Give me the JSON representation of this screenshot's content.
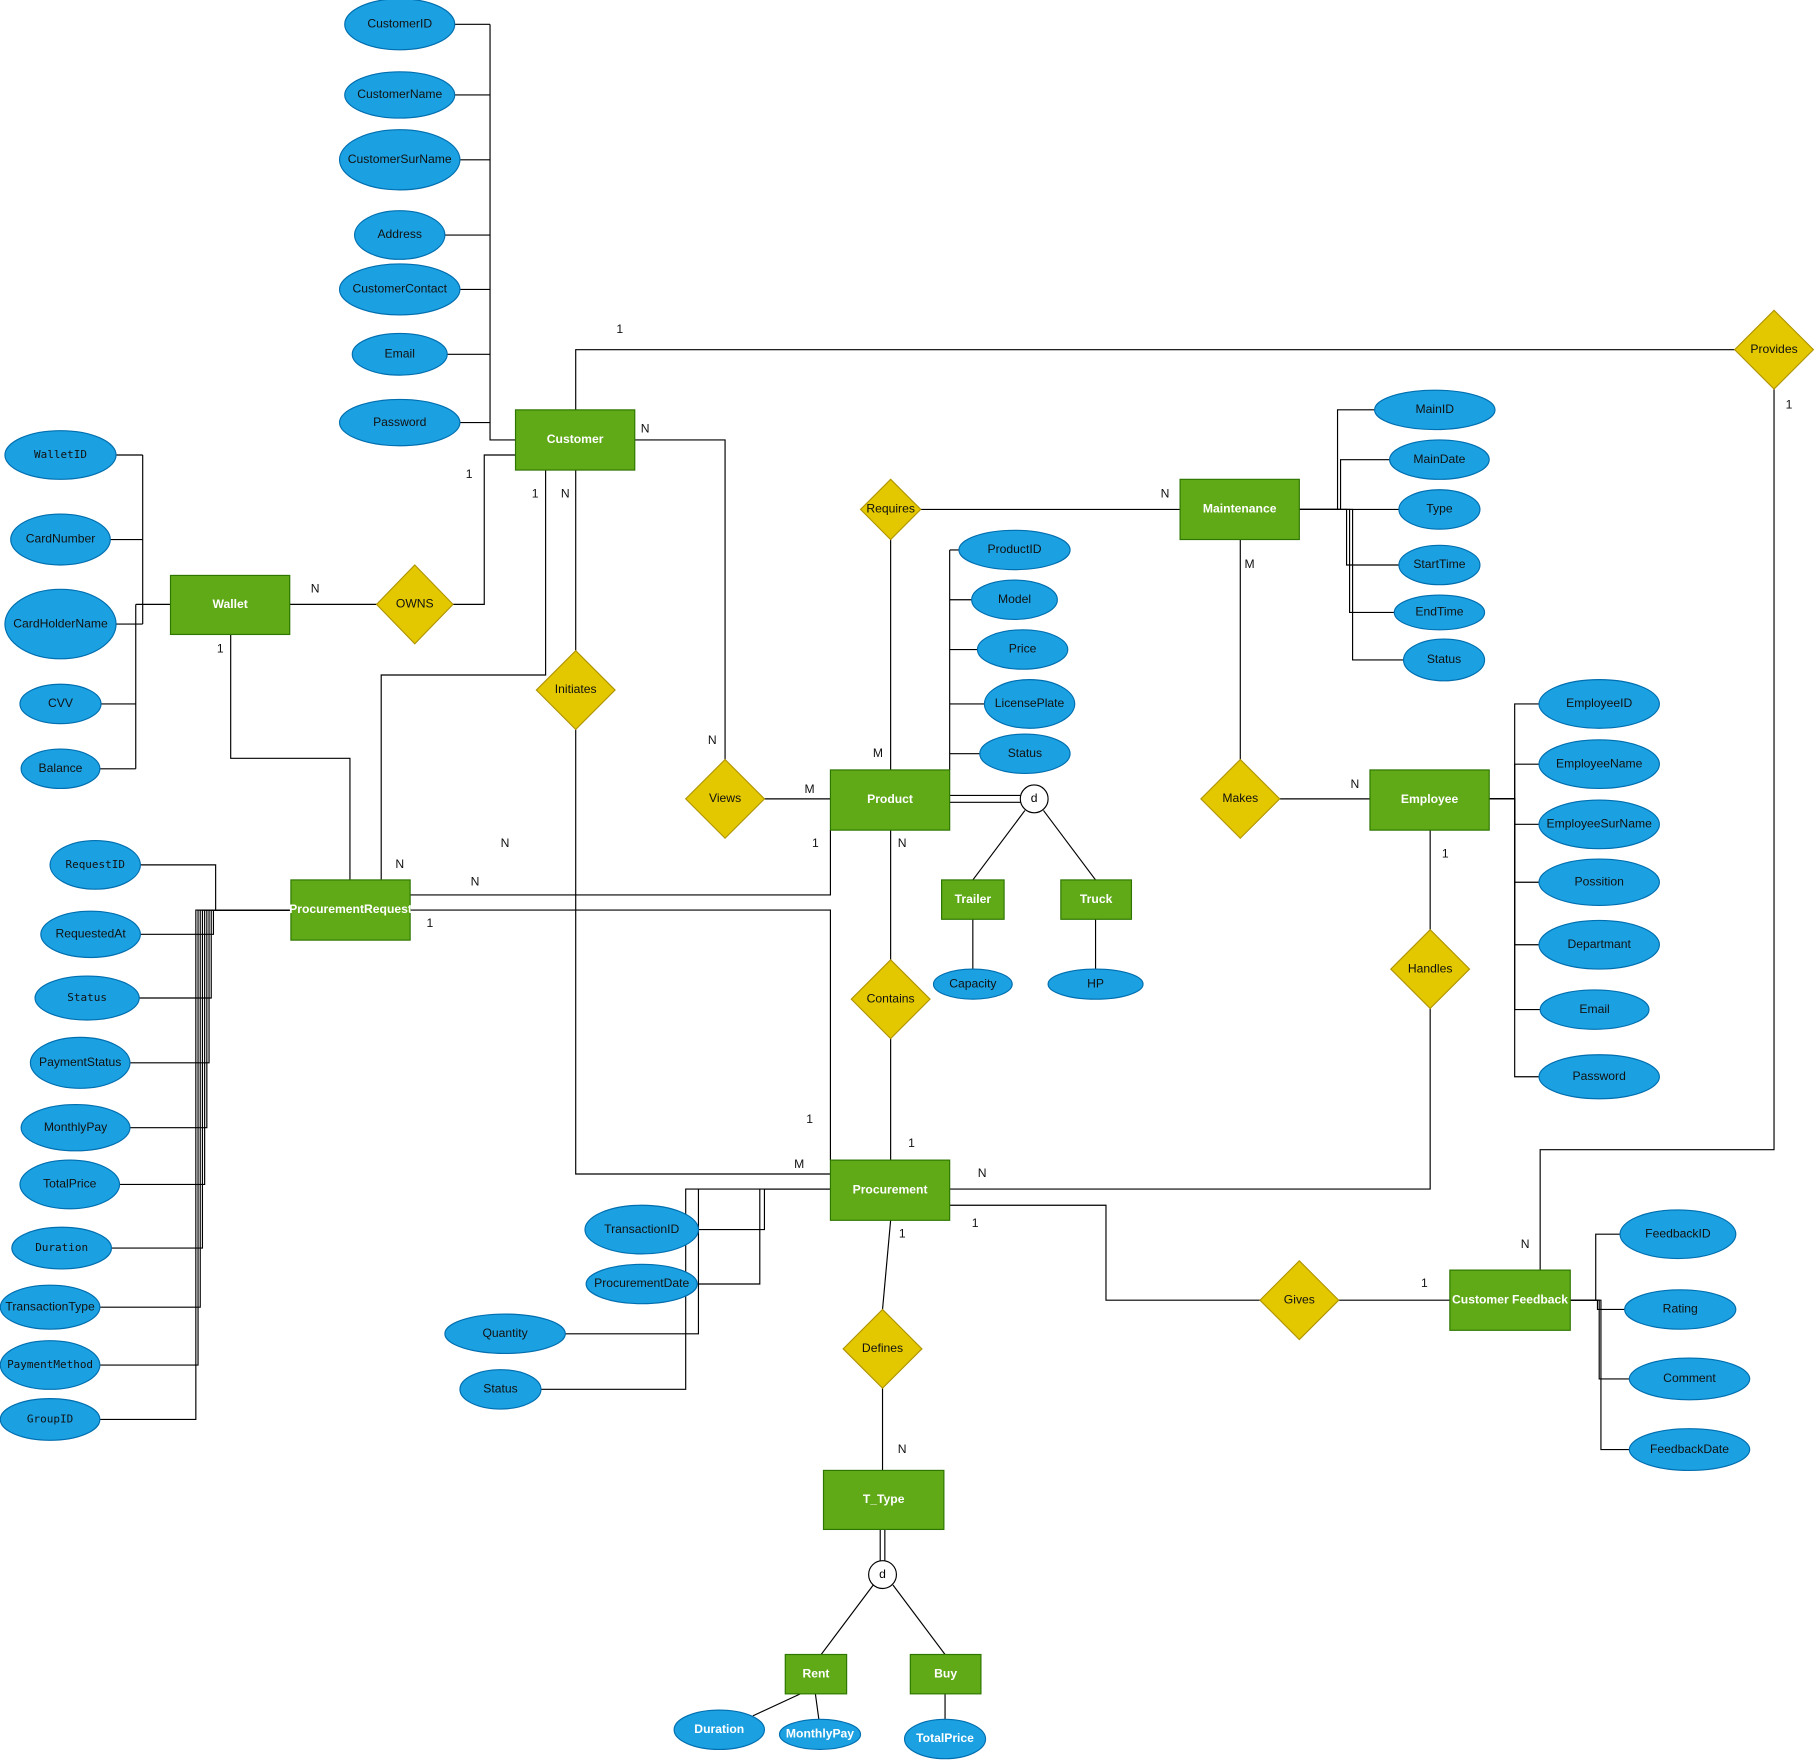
{
  "colors": {
    "entity": "#60a917",
    "attribute": "#1ba1e2",
    "relationship": "#e3c800",
    "line": "#000000"
  },
  "entities": {
    "customer": "Customer",
    "wallet": "Wallet",
    "procurement_request": "ProcurementRequest",
    "product": "Product",
    "maintenance": "Maintenance",
    "employee": "Employee",
    "procurement": "Procurement",
    "customer_feedback": "Customer Feedback",
    "t_type": "T_Type",
    "trailer": "Trailer",
    "truck": "Truck",
    "rent": "Rent",
    "buy": "Buy"
  },
  "relationships": {
    "owns": "OWNS",
    "initiates": "Initiates",
    "views": "Views",
    "requires": "Requires",
    "makes": "Makes",
    "handles": "Handles",
    "contains": "Contains",
    "defines": "Defines",
    "gives": "Gives",
    "provides": "Provides"
  },
  "attributes": {
    "customer": [
      "CustomerID",
      "CustomerName",
      "CustomerSurName",
      "Address",
      "CustomerContact",
      "Email",
      "Password"
    ],
    "wallet": [
      "WalletID",
      "CardNumber",
      "CardHolderName",
      "CVV",
      "Balance"
    ],
    "procurement_request": [
      "RequestID",
      "RequestedAt",
      "Status",
      "PaymentStatus",
      "MonthlyPay",
      "TotalPrice",
      "Duration",
      "TransactionType",
      "PaymentMethod",
      "GroupID"
    ],
    "product": [
      "ProductID",
      "Model",
      "Price",
      "LicensePlate",
      "Status"
    ],
    "maintenance": [
      "MainID",
      "MainDate",
      "Type",
      "StartTime",
      "EndTime",
      "Status"
    ],
    "employee": [
      "EmployeeID",
      "EmployeeName",
      "EmployeeSurName",
      "Possition",
      "Departmant",
      "Email",
      "Password"
    ],
    "procurement": [
      "TransactionID",
      "ProcurementDate",
      "Quantity",
      "Status"
    ],
    "customer_feedback": [
      "FeedbackID",
      "Rating",
      "Comment",
      "FeedbackDate"
    ],
    "trailer": [
      "Capacity"
    ],
    "truck": [
      "HP"
    ],
    "rent": [
      "Duration",
      "MonthlyPay"
    ],
    "buy": [
      "TotalPrice"
    ]
  },
  "disjoint_markers": {
    "product_subtypes": "d",
    "t_type_subtypes": "d"
  },
  "cardinalities": [
    "1",
    "N",
    "N",
    "1",
    "1",
    "N",
    "M",
    "1",
    "N",
    "N",
    "N",
    "1",
    "M",
    "N",
    "M",
    "N",
    "1",
    "N",
    "N",
    "1",
    "1",
    "1",
    "M",
    "N",
    "1",
    "1",
    "1",
    "N",
    "1",
    "N"
  ]
}
